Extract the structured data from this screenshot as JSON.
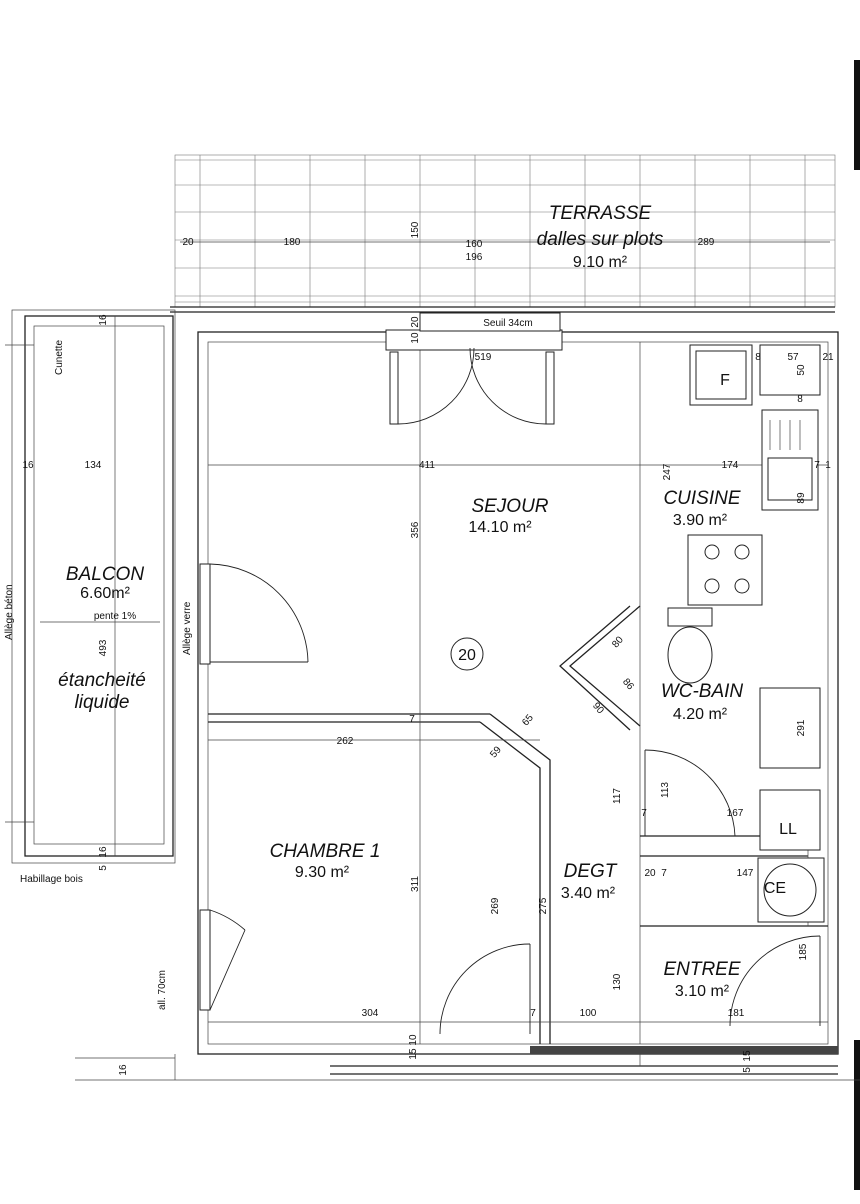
{
  "rooms": {
    "terrasse": {
      "name": "TERRASSE",
      "sub": "dalles sur plots",
      "area": "9.10 m²"
    },
    "sejour": {
      "name": "SEJOUR",
      "area": "14.10 m²"
    },
    "cuisine": {
      "name": "CUISINE",
      "area": "3.90 m²"
    },
    "balcon": {
      "name": "BALCON",
      "area": "6.60m²",
      "sub1": "étancheité",
      "sub2": "liquide"
    },
    "wc_bain": {
      "name": "WC-BAIN",
      "area": "4.20 m²"
    },
    "chambre1": {
      "name": "CHAMBRE 1",
      "area": "9.30 m²"
    },
    "degt": {
      "name": "DEGT",
      "area": "3.40 m²"
    },
    "entree": {
      "name": "ENTREE",
      "area": "3.10 m²"
    }
  },
  "notes": {
    "seuil": "Seuil 34cm",
    "cunette": "Cunette",
    "pente": "pente 1%",
    "allege": "Allège béton",
    "allege_verre": "Allège verre",
    "habillage": "Habillage bois",
    "all70": "all. 70cm",
    "level": "20",
    "fridge": "F",
    "ll": "LL",
    "ce": "CE"
  },
  "dimensions": {
    "d20": "20",
    "d180": "180",
    "d150": "150",
    "d160": "160",
    "d196": "196",
    "d289": "289",
    "d16a": "16",
    "d10": "10",
    "d20b": "20",
    "d519": "519",
    "d8a": "8",
    "d57": "57",
    "d50": "50",
    "d21": "21",
    "d8b": "8",
    "d16b": "16",
    "d134": "134",
    "d411": "411",
    "d247": "247",
    "d174": "174",
    "d7a": "7",
    "d1": "1",
    "d89": "89",
    "d356": "356",
    "d493": "493",
    "d80": "80",
    "d86": "86",
    "d90": "90",
    "d65": "65",
    "d59": "59",
    "d262": "262",
    "d7b": "7",
    "d113": "113",
    "d117": "117",
    "d167": "167",
    "d7c": "7",
    "d20c": "20",
    "d7d": "7",
    "d147": "147",
    "d311": "311",
    "d269": "269",
    "d275": "275",
    "d185": "185",
    "d130": "130",
    "d304": "304",
    "d7e": "7",
    "d100": "100",
    "d181": "181",
    "d16c": "16",
    "d5": "5",
    "d15a": "15",
    "d10b": "10",
    "d15b": "15",
    "d5b": "5",
    "d16d": "16",
    "d291": "291"
  }
}
